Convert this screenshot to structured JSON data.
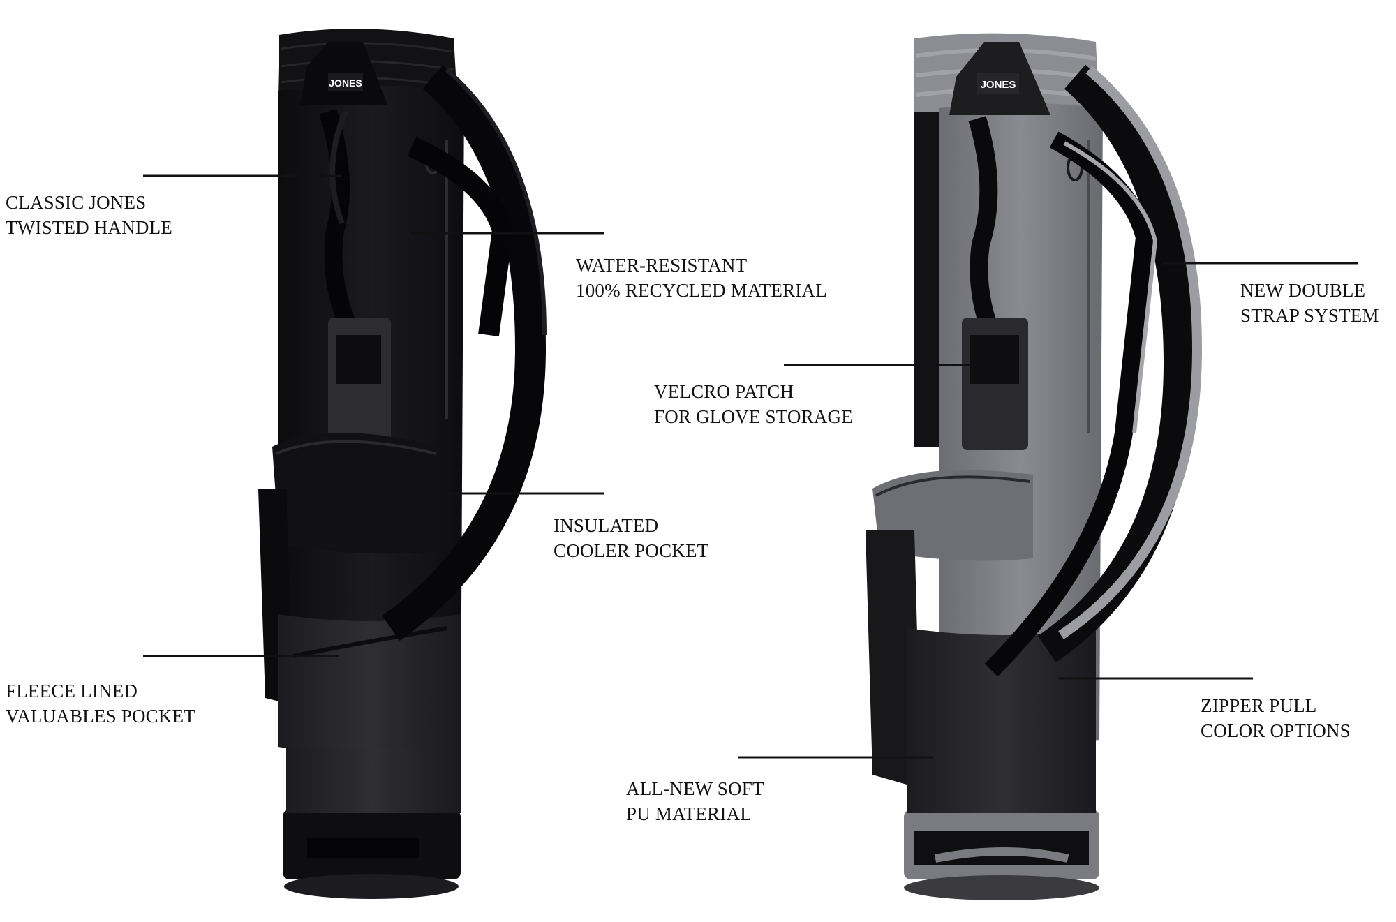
{
  "product": {
    "brand_logo_text": "JONES",
    "variants": [
      {
        "name": "black-bag",
        "body_color": "#151518",
        "accent_color": "#2a2a2e"
      },
      {
        "name": "grey-bag",
        "body_color": "#7d7e83",
        "accent_color": "#1a1a1d"
      }
    ]
  },
  "callouts": [
    {
      "id": "twisted-handle",
      "line1": "CLASSIC JONES",
      "line2": "TWISTED HANDLE"
    },
    {
      "id": "recycled-material",
      "line1": "WATER-RESISTANT",
      "line2": "100% RECYCLED MATERIAL"
    },
    {
      "id": "velcro-patch",
      "line1": "VELCRO PATCH",
      "line2": "FOR GLOVE STORAGE"
    },
    {
      "id": "double-strap",
      "line1": "NEW DOUBLE",
      "line2": "STRAP SYSTEM"
    },
    {
      "id": "cooler-pocket",
      "line1": "INSULATED",
      "line2": "COOLER POCKET"
    },
    {
      "id": "valuables-pocket",
      "line1": "FLEECE LINED",
      "line2": "VALUABLES POCKET"
    },
    {
      "id": "zipper-pull",
      "line1": "ZIPPER PULL",
      "line2": "COLOR OPTIONS"
    },
    {
      "id": "pu-material",
      "line1": "ALL-NEW SOFT",
      "line2": "PU MATERIAL"
    }
  ],
  "colors": {
    "line": "#111111",
    "text": "#111111",
    "background": "#ffffff"
  }
}
